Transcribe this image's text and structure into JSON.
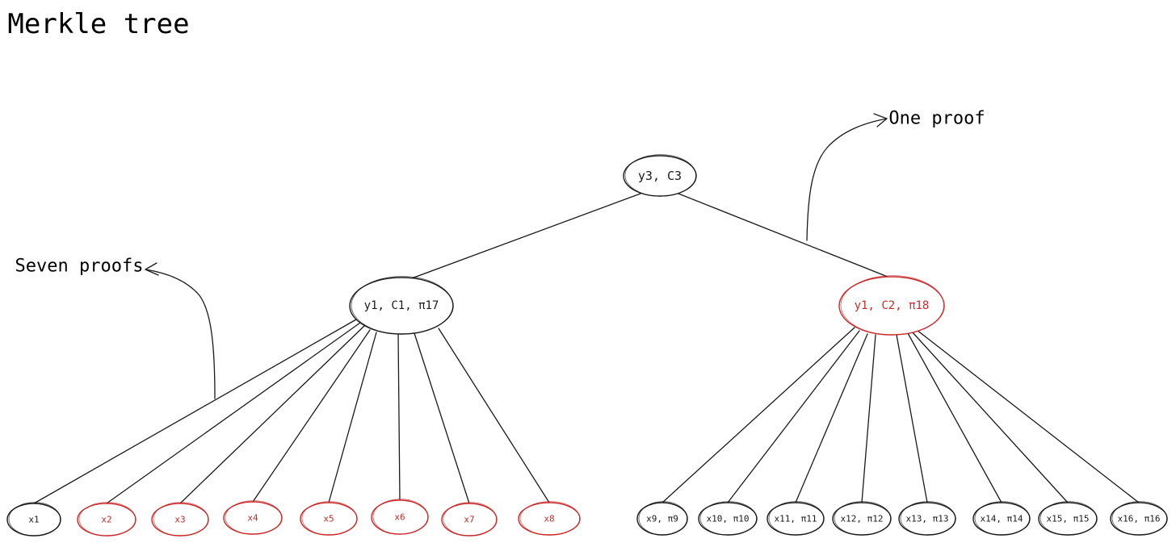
{
  "title": "Merkle tree",
  "colors": {
    "ink": "#1a1a1a",
    "highlight": "#c92a2a"
  },
  "annotations": {
    "seven": "Seven proofs",
    "one": "One proof"
  },
  "nodes": [
    {
      "id": "root",
      "label": "y3, C3",
      "highlighted": false
    },
    {
      "id": "left",
      "label": "y1, C1, π17",
      "highlighted": false
    },
    {
      "id": "right",
      "label": "y1, C2, π18",
      "highlighted": true
    },
    {
      "id": "x1",
      "label": "x1",
      "highlighted": false
    },
    {
      "id": "x2",
      "label": "x2",
      "highlighted": true
    },
    {
      "id": "x3",
      "label": "x3",
      "highlighted": true
    },
    {
      "id": "x4",
      "label": "x4",
      "highlighted": true
    },
    {
      "id": "x5",
      "label": "x5",
      "highlighted": true
    },
    {
      "id": "x6",
      "label": "x6",
      "highlighted": true
    },
    {
      "id": "x7",
      "label": "x7",
      "highlighted": true
    },
    {
      "id": "x8",
      "label": "x8",
      "highlighted": true
    },
    {
      "id": "x9",
      "label": "x9, π9",
      "highlighted": false
    },
    {
      "id": "x10",
      "label": "x10, π10",
      "highlighted": false
    },
    {
      "id": "x11",
      "label": "x11, π11",
      "highlighted": false
    },
    {
      "id": "x12",
      "label": "x12, π12",
      "highlighted": false
    },
    {
      "id": "x13",
      "label": "x13, π13",
      "highlighted": false
    },
    {
      "id": "x14",
      "label": "x14, π14",
      "highlighted": false
    },
    {
      "id": "x15",
      "label": "x15, π15",
      "highlighted": false
    },
    {
      "id": "x16",
      "label": "x16, π16",
      "highlighted": false
    }
  ],
  "edges": [
    [
      "root",
      "left"
    ],
    [
      "root",
      "right"
    ],
    [
      "left",
      "x1"
    ],
    [
      "left",
      "x2"
    ],
    [
      "left",
      "x3"
    ],
    [
      "left",
      "x4"
    ],
    [
      "left",
      "x5"
    ],
    [
      "left",
      "x6"
    ],
    [
      "left",
      "x7"
    ],
    [
      "left",
      "x8"
    ],
    [
      "right",
      "x9"
    ],
    [
      "right",
      "x10"
    ],
    [
      "right",
      "x11"
    ],
    [
      "right",
      "x12"
    ],
    [
      "right",
      "x13"
    ],
    [
      "right",
      "x14"
    ],
    [
      "right",
      "x15"
    ],
    [
      "right",
      "x16"
    ]
  ]
}
